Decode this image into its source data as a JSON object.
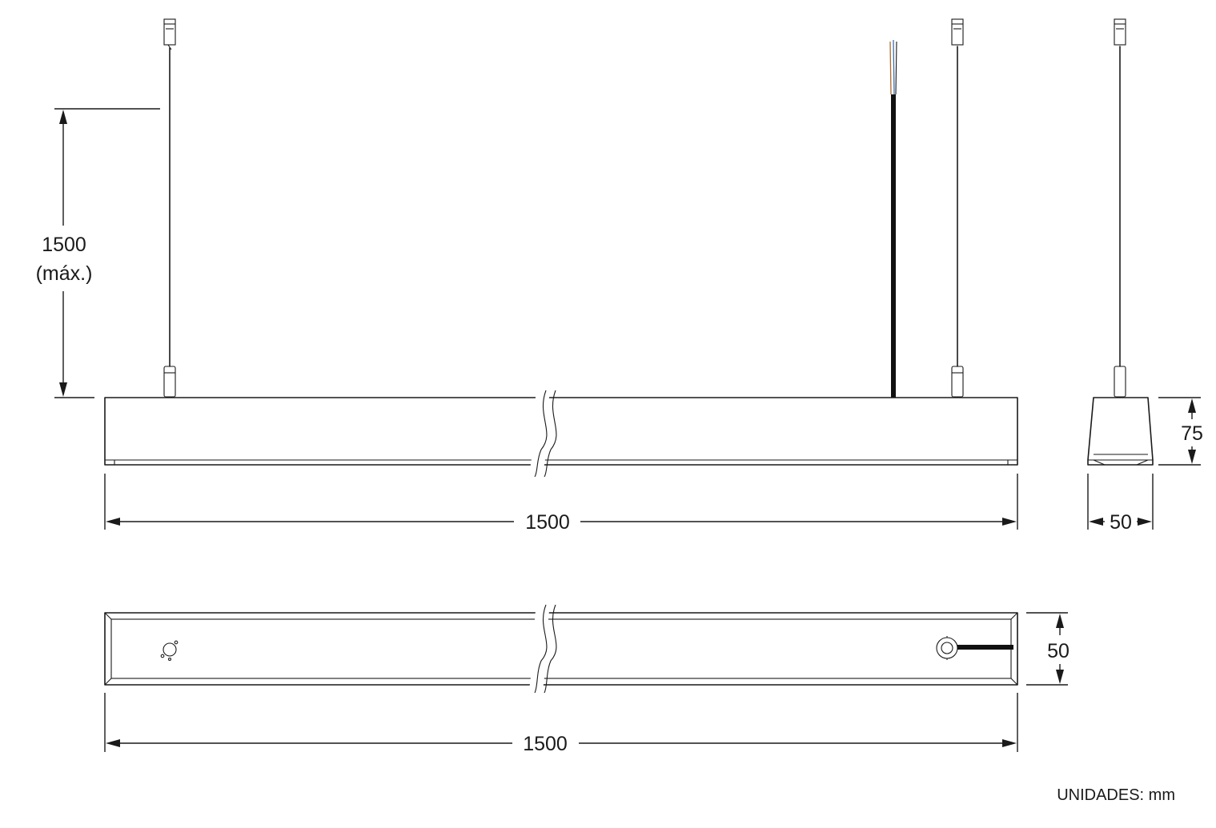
{
  "front_view": {
    "suspension_label_value": "1500",
    "suspension_label_qualifier": "(máx.)",
    "length_label": "1500"
  },
  "side_view": {
    "height_label": "75",
    "width_label": "50"
  },
  "top_view": {
    "width_label": "50",
    "length_label": "1500"
  },
  "units_note": "UNIDADES: mm",
  "colors": {
    "line": "#1a1a1a",
    "cable": "#111111",
    "wire_a": "#b06a2a",
    "wire_b": "#3a6fb0"
  }
}
